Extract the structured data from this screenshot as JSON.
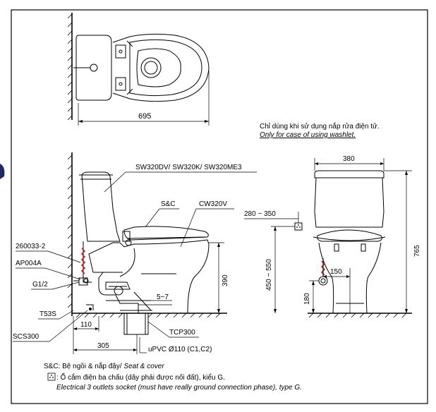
{
  "top_view": {
    "width_dim": "695"
  },
  "note_washlet": {
    "vi": "Chỉ dùng khi sử dụng nắp rửa điện tử.",
    "en": "Only for case of using washlet."
  },
  "side_view": {
    "model_tank": "SW320DV/ SW320K/ SW320ME3",
    "seat_code": "S&C",
    "bowl_code": "CW320V",
    "part_260033": "260033-2",
    "part_ap004a": "AP004A",
    "part_g12": "G1/2",
    "part_t53s": "T53S",
    "part_scs300": "SCS300",
    "part_tcp300": "TCP300",
    "part_upvc": "uPVC Ø110 (C1,C2)",
    "dim_390": "390",
    "dim_5_7": "5~7",
    "dim_110": "110",
    "dim_305": "305"
  },
  "front_view": {
    "dim_380": "380",
    "dim_280_350": "280 ~ 350",
    "dim_765": "765",
    "dim_450_550": "450 ~ 550",
    "dim_150": "150",
    "dim_180": "180"
  },
  "legend": {
    "sc_label": "S&C: Bệ ngồi & nắp đậy/ ",
    "sc_label_en": "Seat & cover",
    "socket_vi": ": Ổ cắm điện ba chấu (dây phải được nối đất), kiểu G.",
    "socket_en": "Electrical 3 outlets socket (must have really ground connection phase), type G."
  }
}
